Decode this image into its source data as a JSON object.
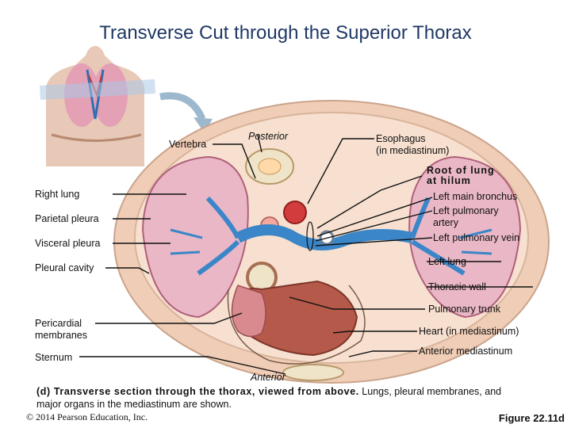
{
  "title": "Transverse Cut through the Superior Thorax",
  "labels": {
    "vertebra": "Vertebra",
    "posterior": "Posterior",
    "esophagus_line1": "Esophagus",
    "esophagus_line2": "(in mediastinum)",
    "root_line1": "Root of lung",
    "root_line2": "at hilum",
    "left_main_bronchus": "Left main bronchus",
    "left_pulmonary_artery_line1": "Left pulmonary",
    "left_pulmonary_artery_line2": "artery",
    "left_pulmonary_vein": "Left pulmonary vein",
    "right_lung": "Right lung",
    "parietal_pleura": "Parietal pleura",
    "visceral_pleura": "Visceral pleura",
    "pleural_cavity": "Pleural cavity",
    "left_lung": "Left lung",
    "thoracic_wall": "Thoracic wall",
    "pulmonary_trunk": "Pulmonary trunk",
    "pericardial_line1": "Pericardial",
    "pericardial_line2": "membranes",
    "heart": "Heart (in mediastinum)",
    "anterior_mediastinum": "Anterior mediastinum",
    "sternum": "Sternum",
    "anterior": "Anterior"
  },
  "caption": {
    "lead": "(d) Transverse section through the thorax, viewed from above.",
    "rest": " Lungs, pleural membranes, and major organs in the mediastinum are shown."
  },
  "copyright": "© 2014 Pearson Education, Inc.",
  "figure": "Figure 22.11d",
  "colors": {
    "title": "#1f3864",
    "lung": "#e9b7c6",
    "artery": "#3a86c8",
    "heart": "#b55a4a"
  }
}
